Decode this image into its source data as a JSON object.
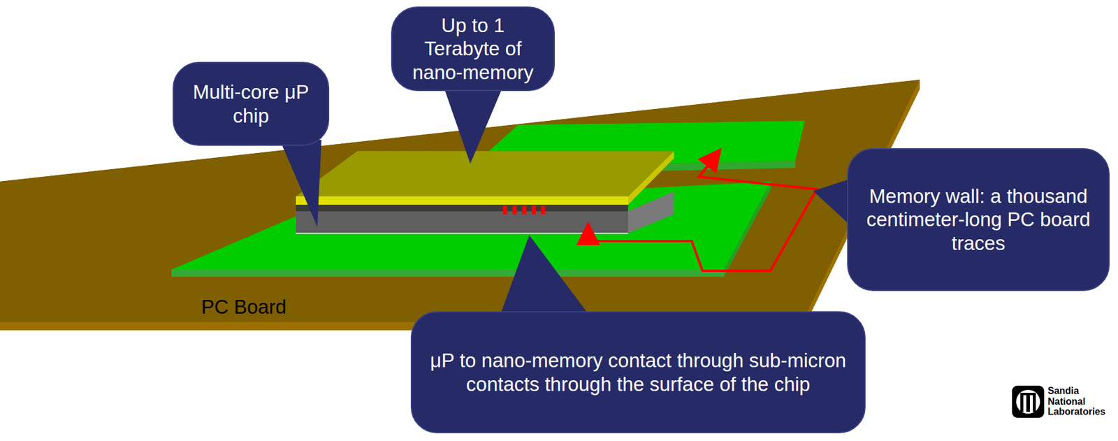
{
  "diagram": {
    "nodes": [
      {
        "text": [
          "Up to 1 Terabyte of nano-memory"
        ]
      },
      {
        "text": [
          "Multi-core μP chip"
        ]
      },
      {
        "text": [
          "Memory wall: a thousand centimeter-long PC board traces"
        ]
      },
      {
        "text": [
          "μP to nano-memory contact through sub-micron contacts through the surface of the chip"
        ]
      }
    ],
    "labels": [
      "PC Board",
      "Sandia National Laboratories"
    ]
  }
}
